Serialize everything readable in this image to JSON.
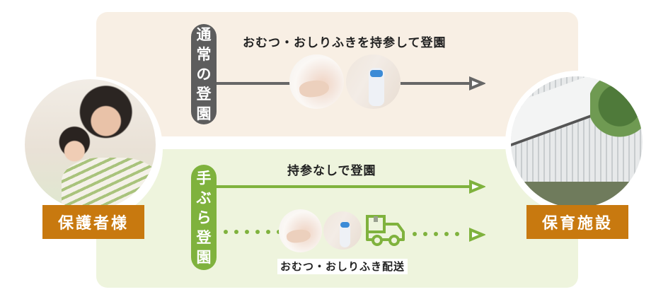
{
  "colors": {
    "panel_normal_bg": "#f8efe4",
    "panel_tebura_bg": "#eef4dd",
    "pill_normal": "#5d5d5d",
    "pill_tebura": "#7fb23d",
    "badge": "#c8790f",
    "line_gray": "#676767",
    "line_green": "#7fb23d"
  },
  "source": {
    "label": "保護者様",
    "image": "parent-holding-baby-photo"
  },
  "destination": {
    "label": "保育施設",
    "image": "nursery-building-photo"
  },
  "normal_route": {
    "pill_label_chars": [
      "通",
      "常",
      "の",
      "登",
      "園"
    ],
    "pill_label": "通常の登園",
    "heading": "おむつ・おしりふきを持参して登園",
    "images": [
      "diaper-photo",
      "wipes-photo"
    ]
  },
  "tebura_route": {
    "pill_label_chars": [
      "手",
      "ぶ",
      "ら",
      "登",
      "園"
    ],
    "pill_label": "手ぶら登園",
    "main_heading": "持参なしで登園",
    "delivery_caption": "おむつ・おしりふき配送",
    "images": [
      "diaper-photo",
      "wipes-photo"
    ],
    "delivery_icon": "delivery-truck-icon"
  }
}
